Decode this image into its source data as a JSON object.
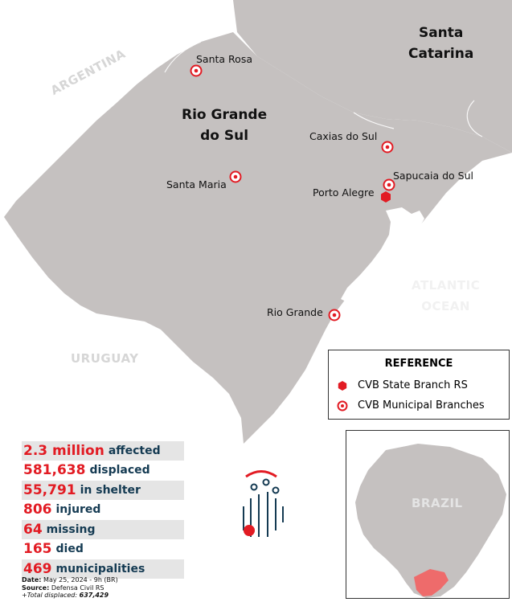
{
  "regions": {
    "santa_catarina": [
      "Santa",
      "Catarina"
    ],
    "rio_grande_do_sul": [
      "Rio Grande",
      "do Sul"
    ]
  },
  "countries": {
    "argentina": "ARGENTINA",
    "uruguay": "URUGUAY",
    "brazil": "BRAZIL"
  },
  "ocean": [
    "ATLANTIC",
    "OCEAN"
  ],
  "cities": [
    {
      "name": "Santa Rosa",
      "type": "municipal"
    },
    {
      "name": "Caxias do Sul",
      "type": "municipal"
    },
    {
      "name": "Santa Maria",
      "type": "municipal"
    },
    {
      "name": "Sapucaia do Sul",
      "type": "municipal"
    },
    {
      "name": "Porto Alegre",
      "type": "state"
    },
    {
      "name": "Rio Grande",
      "type": "municipal"
    }
  ],
  "legend": {
    "title": "REFERENCE",
    "items": [
      {
        "symbol": "hexagon-icon",
        "label": "CVB State Branch RS"
      },
      {
        "symbol": "target-circle-icon",
        "label": "CVB Municipal Branches"
      }
    ]
  },
  "stats": [
    {
      "value": "2.3 million",
      "label": "affected"
    },
    {
      "value": "581,638",
      "label": "displaced"
    },
    {
      "value": "55,791",
      "label": "in shelter"
    },
    {
      "value": "806",
      "label": "injured"
    },
    {
      "value": "64",
      "label": "missing"
    },
    {
      "value": "165",
      "label": "died"
    },
    {
      "value": "469",
      "label": "municipalities"
    }
  ],
  "footer": {
    "date_label": "Date:",
    "date_value": "May 25, 2024 - 9h (BR)",
    "source_label": "Source:",
    "source_value": "Defensa Civil RS",
    "total_label": "+Total displaced:",
    "total_value": "637,429"
  },
  "colors": {
    "land_rs": "#c5c1c0",
    "land_neighbors": "#ffffff",
    "accent_red": "#e21b23",
    "navy": "#143a52",
    "ocean": "#ffffff"
  }
}
